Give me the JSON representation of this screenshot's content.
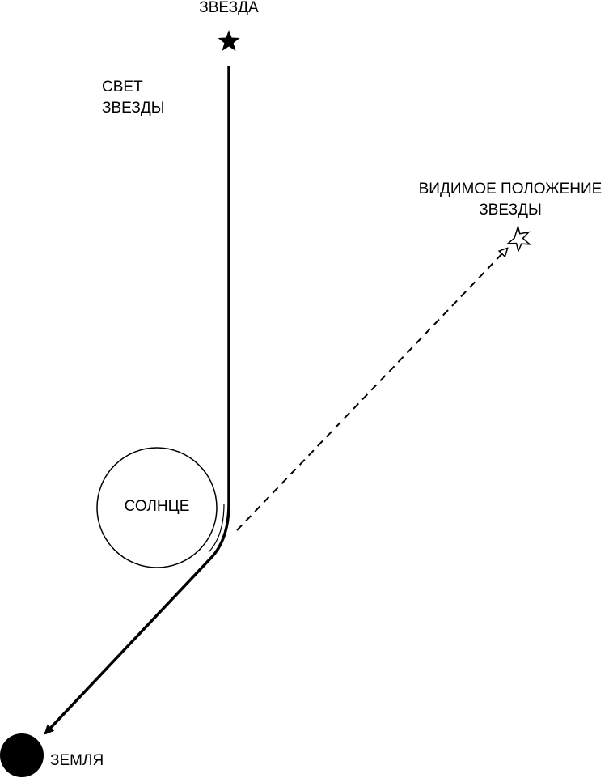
{
  "labels": {
    "star": "ЗВЕЗДА",
    "starlight_line1": "СВЕТ",
    "starlight_line2": "ЗВЕЗДЫ",
    "apparent_line1": "ВИДИМОЕ ПОЛОЖЕНИЕ",
    "apparent_line2": "ЗВЕЗДЫ",
    "sun": "СОЛНЦЕ",
    "earth": "ЗЕМЛЯ"
  },
  "icons": {
    "star": "filled-star-icon",
    "apparent_star": "outline-star-icon",
    "sun": "circle-outline",
    "earth": "filled-circle"
  },
  "colors": {
    "ink": "#000000",
    "background": "#ffffff"
  }
}
